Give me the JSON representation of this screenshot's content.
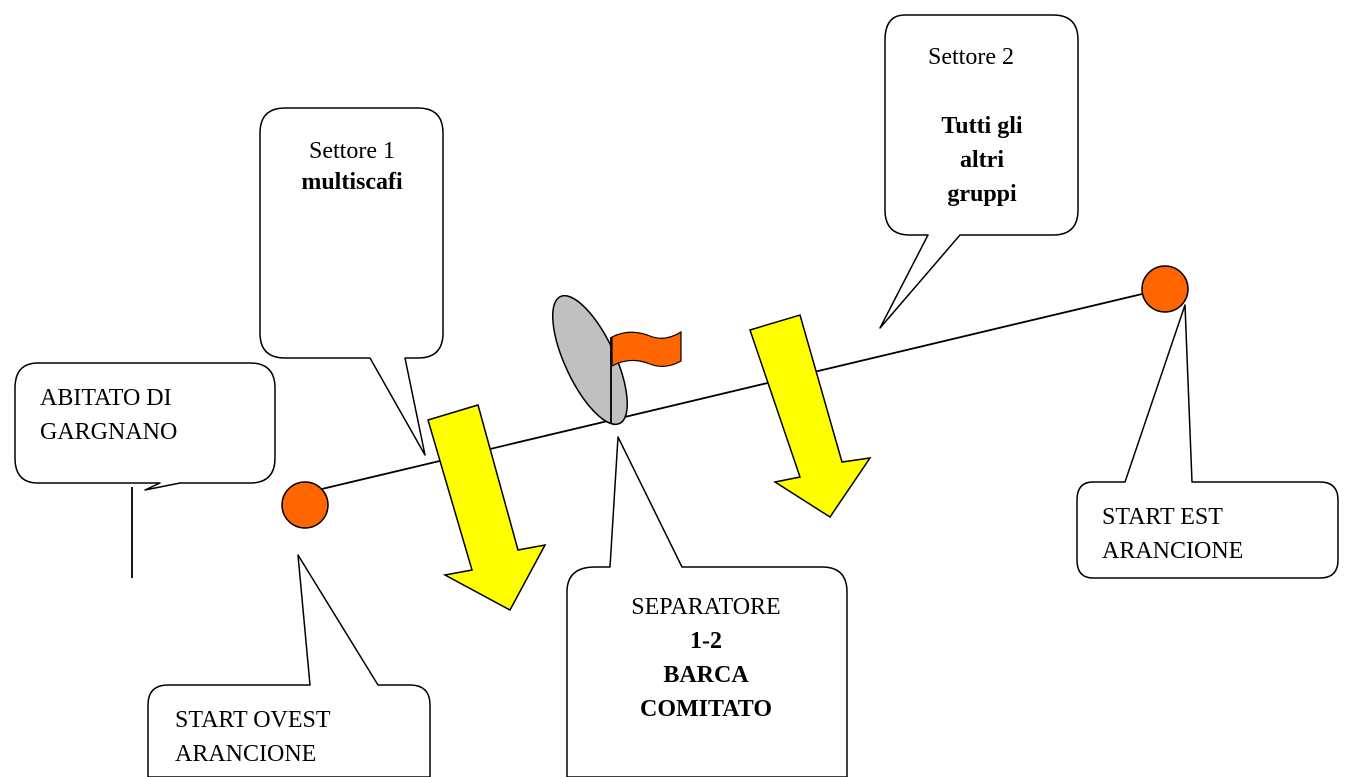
{
  "callouts": {
    "settore1": {
      "line1": "Settore 1",
      "line2": "multiscafi"
    },
    "settore2": {
      "line1": "Settore  2",
      "line2": "Tutti gli",
      "line3": "altri",
      "line4": "gruppi"
    },
    "abitato": {
      "line1": "ABITATO DI",
      "line2": "GARGNANO"
    },
    "start_ovest": {
      "line1": "START OVEST",
      "line2": "ARANCIONE"
    },
    "separatore": {
      "line1": "SEPARATORE",
      "line2": "1-2",
      "line3": "BARCA",
      "line4": "COMITATO"
    },
    "start_est": {
      "line1": "START EST",
      "line2": "ARANCIONE"
    }
  },
  "colors": {
    "buoy": "#ff6600",
    "flag": "#ff6600",
    "arrow": "#ffff00",
    "boat": "#c0c0c0",
    "outline": "#000000",
    "background": "#ffffff"
  },
  "icons": {
    "start_buoys": "orange-circle",
    "committee_boat": "grey-ellipse-boat",
    "committee_flag": "orange-waving-flag",
    "start_direction": "yellow-down-arrow"
  }
}
